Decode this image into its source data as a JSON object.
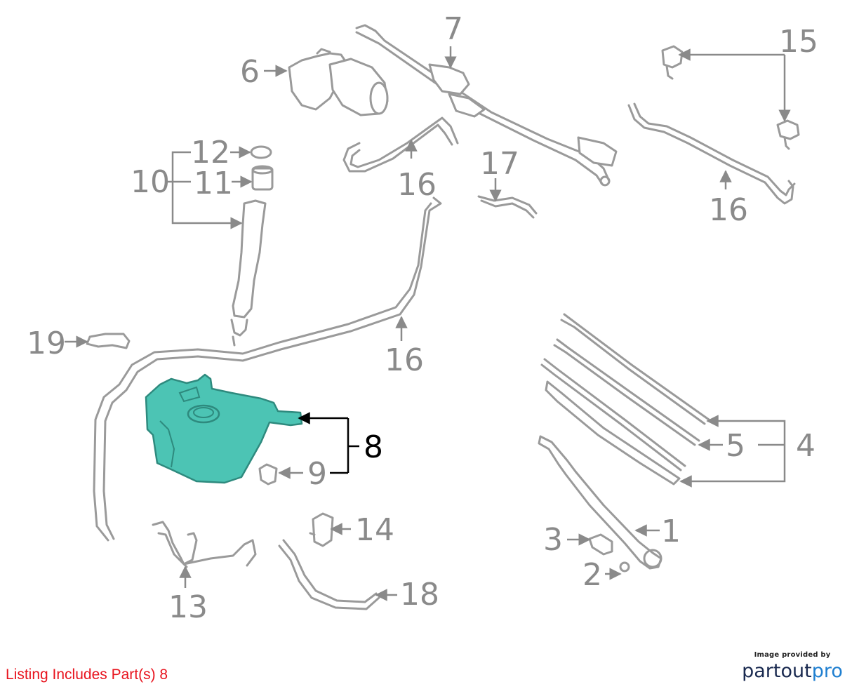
{
  "diagram": {
    "callouts": {
      "c1": "1",
      "c2": "2",
      "c3": "3",
      "c4": "4",
      "c5": "5",
      "c6": "6",
      "c7": "7",
      "c8": "8",
      "c9": "9",
      "c10": "10",
      "c11": "11",
      "c12": "12",
      "c13": "13",
      "c14": "14",
      "c15": "15",
      "c16a": "16",
      "c16b": "16",
      "c16c": "16",
      "c17": "17",
      "c18": "18",
      "c19": "19"
    },
    "highlighted_part": "8",
    "colors": {
      "highlight_fill": "#4cc4b4",
      "part_stroke": "#9a9a9a",
      "callout_text": "#8a8a8a",
      "active_text": "#000000"
    }
  },
  "footer": {
    "listing_note": "Listing Includes Part(s) 8",
    "listing_color": "#e8141e",
    "brand_caption": "Image provided by",
    "brand_name_part1": "partout",
    "brand_name_part2": "pro"
  }
}
